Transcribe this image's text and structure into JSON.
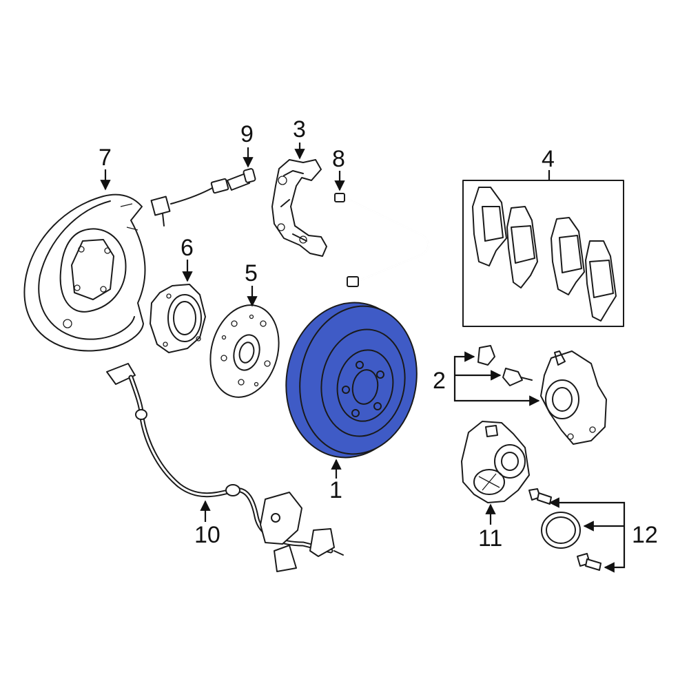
{
  "highlight_color": "#3f5bc6",
  "callouts": {
    "c1": "1",
    "c2": "2",
    "c3": "3",
    "c4": "4",
    "c5": "5",
    "c6": "6",
    "c7": "7",
    "c8": "8",
    "c9": "9",
    "c10": "10",
    "c11": "11",
    "c12": "12"
  },
  "highlighted_part": "1"
}
